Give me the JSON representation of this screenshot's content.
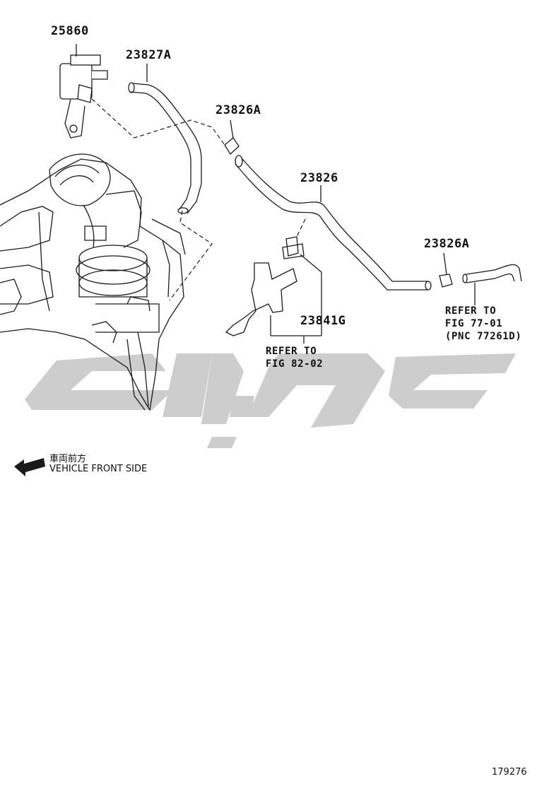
{
  "diagram": {
    "parts": [
      {
        "number": "25860"
      },
      {
        "number": "23827A"
      },
      {
        "number": "23826A"
      },
      {
        "number": "23826"
      },
      {
        "number": "23826A"
      },
      {
        "number": "23841G"
      }
    ],
    "references": [
      {
        "line1": "REFER TO",
        "line2": "FIG 82-02",
        "line3": ""
      },
      {
        "line1": "REFER TO",
        "line2": "FIG 77-01",
        "line3": "(PNC 77261D)"
      }
    ],
    "direction_note": {
      "japanese": "車両前方",
      "english": "VEHICLE FRONT SIDE"
    },
    "illustration_number": "179276",
    "watermark": {
      "color": "#cdcdcd"
    }
  }
}
